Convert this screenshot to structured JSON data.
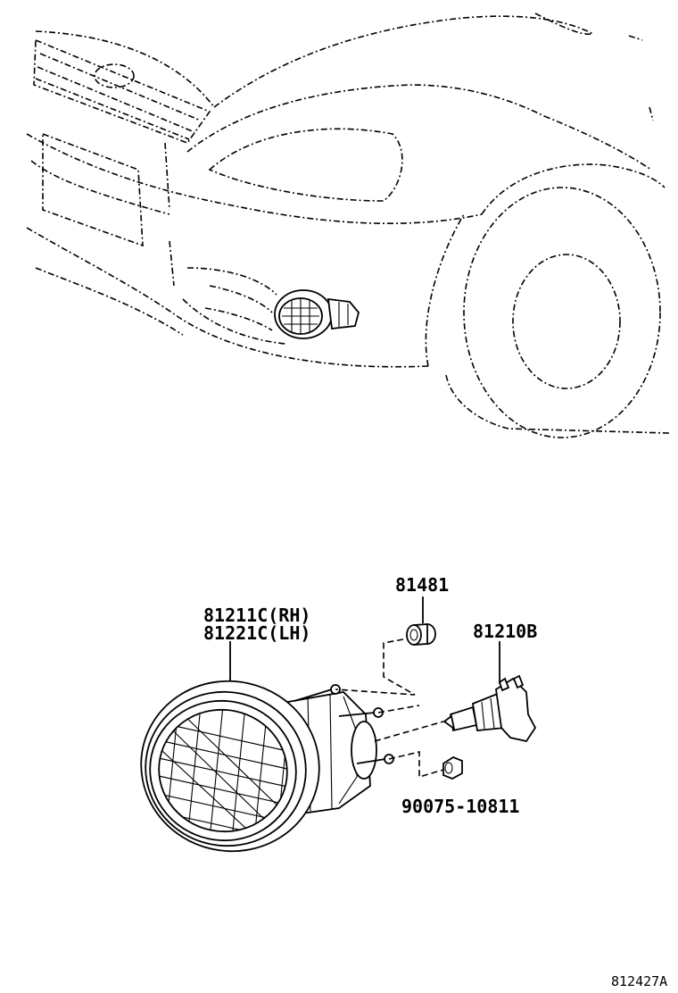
{
  "parts": {
    "lamp_rh": "81211C(RH)",
    "lamp_lh": "81221C(LH)",
    "socket": "81481",
    "bulb": "81210B",
    "nut": "90075-10811"
  },
  "figure_code": "812427A"
}
